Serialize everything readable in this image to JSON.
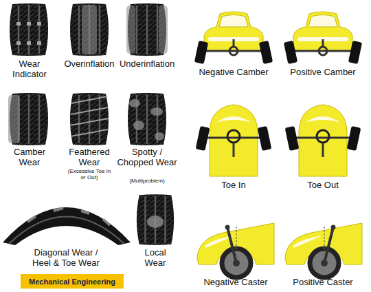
{
  "diagram": {
    "nodes": [
      {
        "text": [
          "Mechanical Engineering"
        ]
      }
    ],
    "labels": [
      "Wear Indicator",
      "Overinflation",
      "Underinflation",
      "Negative Camber",
      "Positive Camber",
      "Camber Wear",
      "Feathered Wear",
      "(Excessive Toe In or Out)",
      "Spotty / Chopped Wear",
      "(Multiproblem)",
      "Toe In",
      "Toe Out",
      "Diagonal Wear / Heel & Toe Wear",
      "Local Wear",
      "Negative Caster",
      "Positive Caster"
    ]
  }
}
